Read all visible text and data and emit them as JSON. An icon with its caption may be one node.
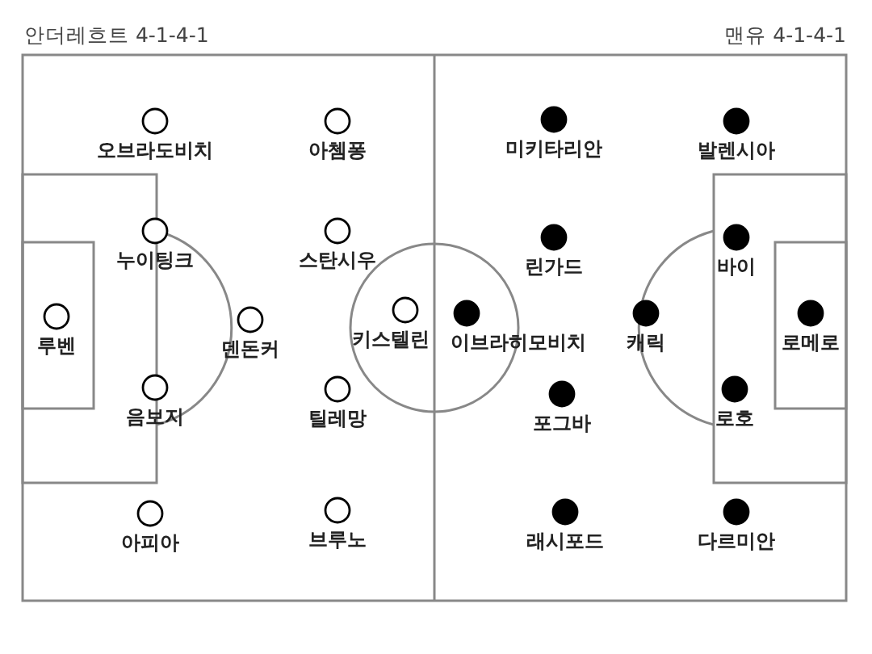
{
  "diagram": {
    "nodes": [
      {
        "text": [
          "오브라도비치"
        ]
      },
      {
        "text": [
          "아쳄퐁"
        ]
      },
      {
        "text": [
          "누이팅크"
        ]
      },
      {
        "text": [
          "스탄시우"
        ]
      },
      {
        "text": [
          "루벤"
        ]
      },
      {
        "text": [
          "덴돈커"
        ]
      },
      {
        "text": [
          "키스텔린"
        ]
      },
      {
        "text": [
          "음보지"
        ]
      },
      {
        "text": [
          "틸레망"
        ]
      },
      {
        "text": [
          "아피아"
        ]
      },
      {
        "text": [
          "브루노"
        ]
      },
      {
        "text": [
          "미키타리안"
        ]
      },
      {
        "text": [
          "발렌시아"
        ]
      },
      {
        "text": [
          "린가드"
        ]
      },
      {
        "text": [
          "바이"
        ]
      },
      {
        "text": [
          "이브라히모비치"
        ]
      },
      {
        "text": [
          "캐릭"
        ]
      },
      {
        "text": [
          "로메로"
        ]
      },
      {
        "text": [
          "포그바"
        ]
      },
      {
        "text": [
          "로호"
        ]
      },
      {
        "text": [
          "래시포드"
        ]
      },
      {
        "text": [
          "다르미안"
        ]
      }
    ],
    "labels": [
      "안더레흐트 4-1-4-1",
      "맨유 4-1-4-1"
    ]
  }
}
